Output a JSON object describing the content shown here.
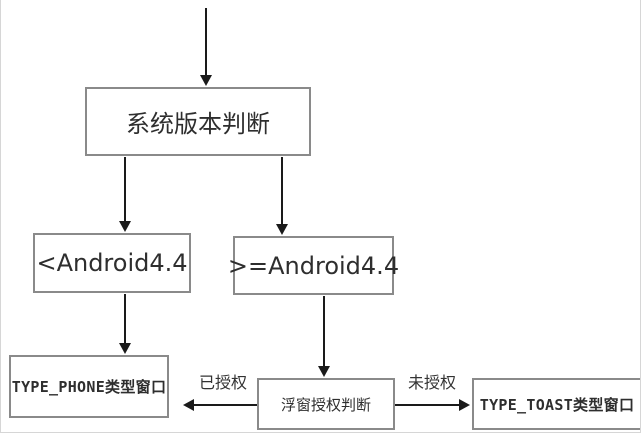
{
  "diagram": {
    "title": "floating-window-type-decision-flowchart",
    "nodes": {
      "version_check": {
        "label": "系统版本判断"
      },
      "lt_android44": {
        "label": "<Android4.4"
      },
      "gte_android44": {
        "label": ">=Android4.4"
      },
      "type_phone": {
        "label": "TYPE_PHONE类型窗口"
      },
      "float_permission_check": {
        "label": "浮窗授权判断"
      },
      "type_toast": {
        "label": "TYPE_TOAST类型窗口"
      }
    },
    "edge_labels": {
      "authorized": "已授权",
      "unauthorized": "未授权"
    },
    "colors": {
      "background": "#ffffff",
      "box_border": "#8a8a8a",
      "arrow": "#1a1a1a",
      "text": "#2e2e2e",
      "outer_border": "#d6d6d6"
    }
  }
}
